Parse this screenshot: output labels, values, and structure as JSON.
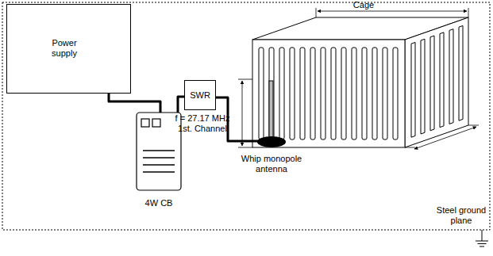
{
  "diagram": {
    "nodes": [
      {
        "text": [
          "Power supply"
        ]
      },
      {
        "text": [
          "4W CB"
        ]
      },
      {
        "text": [
          "SWR"
        ]
      },
      {
        "text": [
          "Cage"
        ]
      },
      {
        "text": [
          "Whip monopole antenna"
        ],
        "in": 3
      }
    ],
    "edges": [
      {
        "from": 0,
        "to": 1,
        "arrow": "none"
      },
      {
        "from": 1,
        "to": 2,
        "arrow": "none"
      },
      {
        "from": 2,
        "to": 4,
        "arrow": "none"
      }
    ],
    "labels": [
      "f = 27.17 MHz",
      "1st. Channel",
      "Steel ground plane"
    ]
  }
}
